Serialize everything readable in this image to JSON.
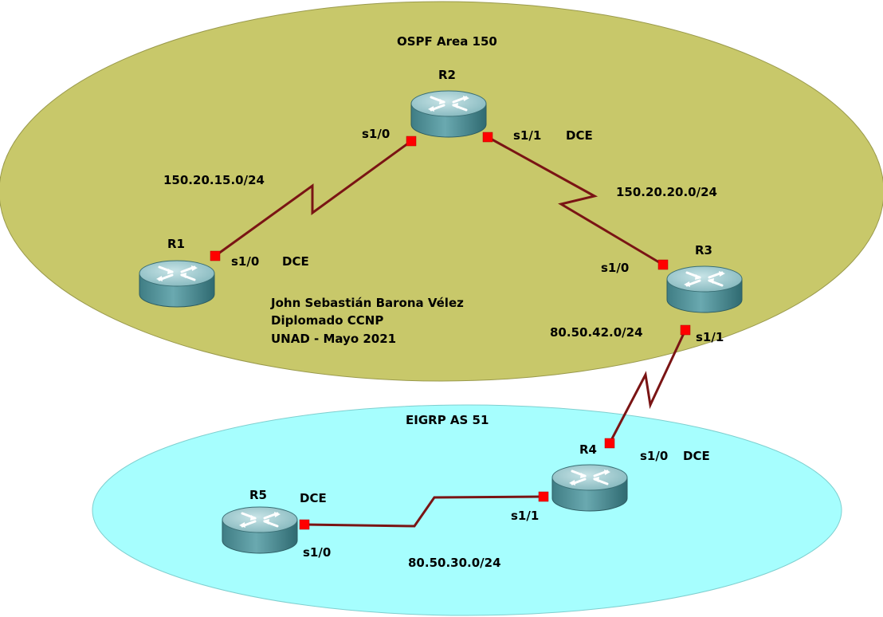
{
  "areas": {
    "ospf": {
      "label": "OSPF Area 150",
      "color": "#c8c86a"
    },
    "eigrp": {
      "label": "EIGRP AS 51",
      "color": "#a6fefe"
    }
  },
  "routers": {
    "r1": {
      "name": "R1"
    },
    "r2": {
      "name": "R2"
    },
    "r3": {
      "name": "R3"
    },
    "r4": {
      "name": "R4"
    },
    "r5": {
      "name": "R5"
    }
  },
  "links": {
    "r1_r2": {
      "network": "150.20.15.0/24",
      "r1_if": "s1/0",
      "r1_dce": "DCE",
      "r2_if": "s1/0"
    },
    "r2_r3": {
      "network": "150.20.20.0/24",
      "r2_if": "s1/1",
      "r2_dce": "DCE",
      "r3_if": "s1/0"
    },
    "r3_r4": {
      "network": "80.50.42.0/24",
      "r3_if": "s1/1",
      "r4_if": "s1/0",
      "r4_dce": "DCE"
    },
    "r4_r5": {
      "network": "80.50.30.0/24",
      "r4_if": "s1/1",
      "r5_if": "s1/0",
      "r5_dce": "DCE"
    }
  },
  "author": {
    "line1": "John Sebastián Barona Vélez",
    "line2": "Diplomado CCNP",
    "line3": "UNAD - Mayo 2021"
  },
  "colors": {
    "link": "#7a1414",
    "port": "#ff0000",
    "router_body": "#4f8f96",
    "router_top": "#a7cfd3"
  }
}
